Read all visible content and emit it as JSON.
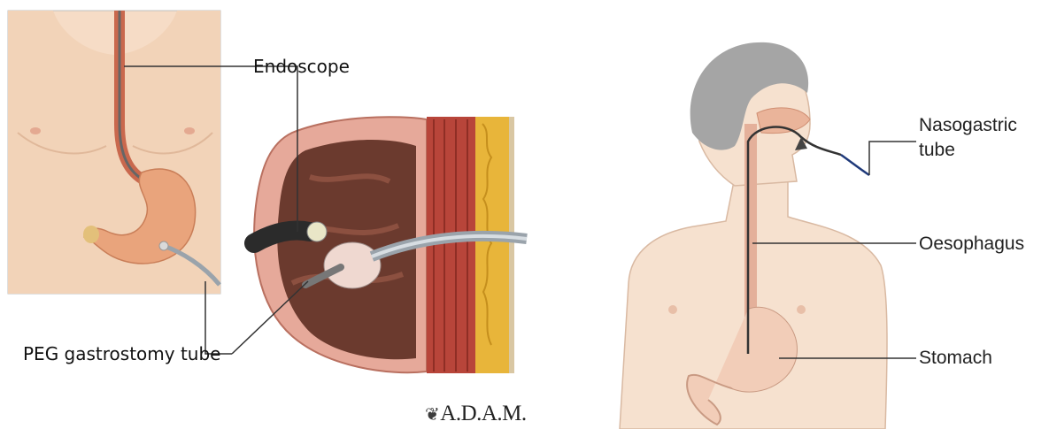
{
  "left_panel": {
    "labels": {
      "endoscope": "Endoscope",
      "peg_tube": "PEG gastrostomy tube"
    },
    "watermark": "A.D.A.M."
  },
  "right_panel": {
    "labels": {
      "nasogastric_tube": "Nasogastric\ntube",
      "oesophagus": "Oesophagus",
      "stomach": "Stomach"
    }
  },
  "colors": {
    "skin": "#f3d8bf",
    "stomach": "#e9a47c",
    "muscle": "#b8453a",
    "fat": "#e8b53a",
    "tube_gray": "#9aa3ab",
    "hair_gray": "#a5a5a5",
    "line": "#333333"
  }
}
